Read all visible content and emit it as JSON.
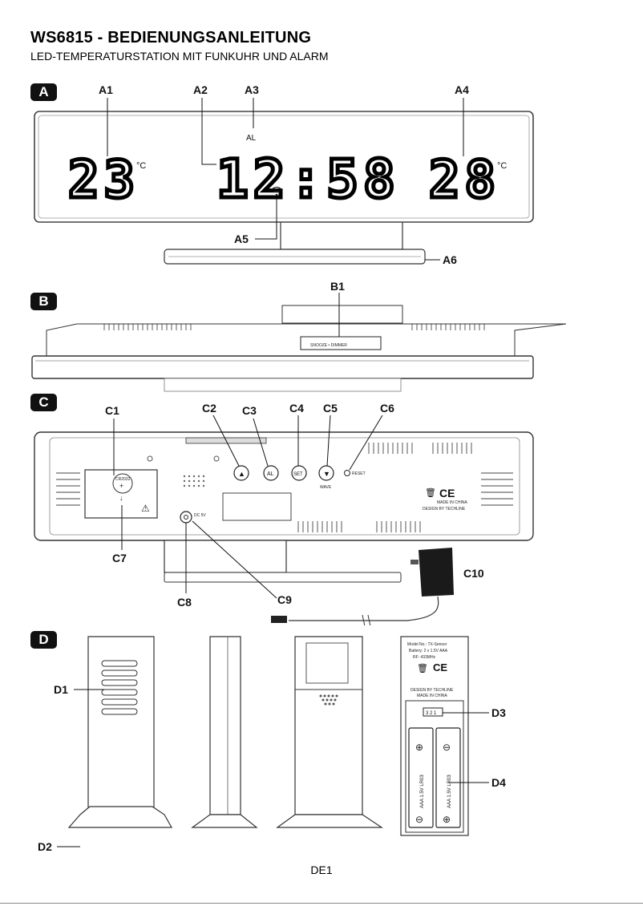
{
  "doc": {
    "title": "WS6815 - BEDIENUNGSANLEITUNG",
    "subtitle": "LED-TEMPERATURSTATION MIT FUNKUHR UND ALARM",
    "page": "DE1"
  },
  "sections": {
    "a": "A",
    "b": "B",
    "c": "C",
    "d": "D"
  },
  "display": {
    "indoor_temp": "23",
    "time": "12:58",
    "outdoor_temp": "28",
    "unit": "°C",
    "alarm_indicator": "AL"
  },
  "labels": {
    "a": [
      "A1",
      "A2",
      "A3",
      "A4",
      "A5",
      "A6"
    ],
    "b": [
      "B1"
    ],
    "c": [
      "C1",
      "C2",
      "C3",
      "C4",
      "C5",
      "C6",
      "C7",
      "C8",
      "C9",
      "C10"
    ],
    "d": [
      "D1",
      "D2",
      "D3",
      "D4"
    ]
  },
  "device_text": {
    "snooze_bar": "SNOOZE • DIMMER",
    "btn_c4": "SET",
    "btn_c3": "AL",
    "wave_label": "WAVE",
    "reset_label": "RESET",
    "battery_label": "CR2032",
    "dc_label": "DC 5V",
    "made_in": "MADE IN CHINA",
    "design_by": "DESIGN BY TECHLINE",
    "ce": "CE",
    "model_label": "Model No.: TX-Sensor",
    "battery_spec": "Battery: 2 x 1.5V AAA",
    "rf_spec": "RF: 433MHz",
    "channel_switch": "3 2 1",
    "aaa_label": "AAA 1.5V LR03"
  }
}
